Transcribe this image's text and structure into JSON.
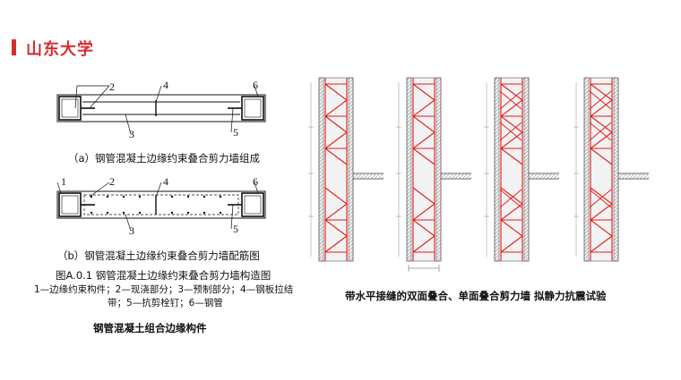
{
  "header": {
    "title": "山东大学"
  },
  "left": {
    "diagram_a": {
      "labels": [
        "2",
        "4",
        "6",
        "3",
        "5"
      ],
      "caption": "（a）钢管混凝土边缘约束叠合剪力墙组成"
    },
    "diagram_b": {
      "labels": [
        "1",
        "2",
        "4",
        "6",
        "3",
        "5"
      ],
      "caption": "（b）钢管混凝土边缘约束叠合剪力墙配筋图"
    },
    "figure_title": "图A.0.1  钢管混凝土边缘约束叠合剪力墙构造图",
    "legend_line1": "1—边缘约束构件；2—现浇部分；3—预制部分；4—钢板拉结",
    "legend_line2": "带；5—抗剪栓钉；6—钢管",
    "section_caption": "钢管混凝土组合边缘构件"
  },
  "right": {
    "caption": "带水平接缝的双面叠合、单面叠合剪力墙 拟静力抗震试验"
  }
}
